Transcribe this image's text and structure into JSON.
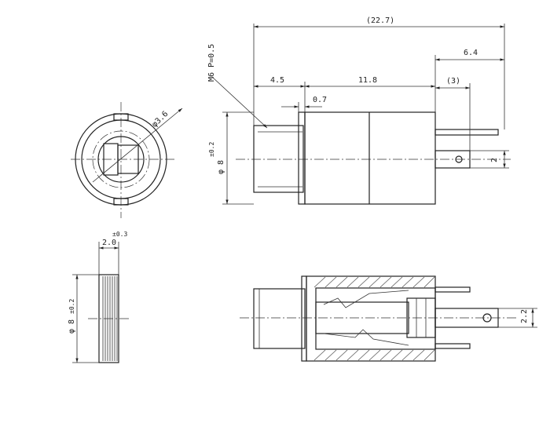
{
  "drawing": {
    "dims": {
      "total_length": "(22.7)",
      "pin_length": "6.4",
      "pin_offset": "(3)",
      "thread_len": "4.5",
      "body_len": "11.8",
      "collar": "0.7",
      "dia_side": "φ 8",
      "dia_side_tol": "±0.2",
      "pin_gap": "2",
      "thread_spec": "M6 P=0.5",
      "hole_dia": "φ3.6",
      "knob_width": "2.0",
      "knob_width_tol": "±0.3",
      "knob_dia": "φ 8",
      "knob_dia_tol": "±0.2",
      "pin_gap_section": "2.2"
    }
  }
}
